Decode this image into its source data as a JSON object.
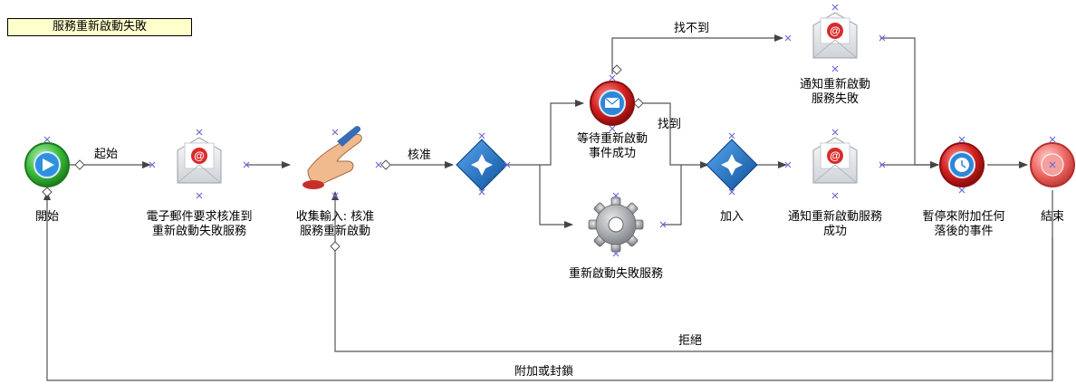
{
  "title": "服務重新啟動失敗",
  "nodes": {
    "start": {
      "label": "開始"
    },
    "email_approval": {
      "line1": "電子郵件要求核准到",
      "line2": "重新啟動失敗服務"
    },
    "collect_input": {
      "line1": "收集輸入: 核准",
      "line2": "服務重新啟動"
    },
    "wait_event": {
      "line1": "等待重新啟動",
      "line2": "事件成功"
    },
    "restart_service": {
      "label": "重新啟動失敗服務"
    },
    "join": {
      "label": "加入"
    },
    "notify_fail": {
      "line1": "通知重新啟動",
      "line2": "服務失敗"
    },
    "notify_success": {
      "line1": "通知重新啟動服務",
      "line2": "成功"
    },
    "pause": {
      "line1": "暫停來附加任何",
      "line2": "落後的事件"
    },
    "end": {
      "label": "結束"
    }
  },
  "edges": {
    "start_label": "起始",
    "approve_label": "核准",
    "not_found_label": "找不到",
    "found_label": "找到",
    "reject_label": "拒絕",
    "attach_block_label": "附加或封鎖"
  },
  "colors": {
    "title_bg": "#ffffcc",
    "line": "#555555",
    "gateway": "#1e6fc0",
    "start": "#2aa52a",
    "event_red": "#cc1f1f",
    "end": "#e8524f"
  }
}
